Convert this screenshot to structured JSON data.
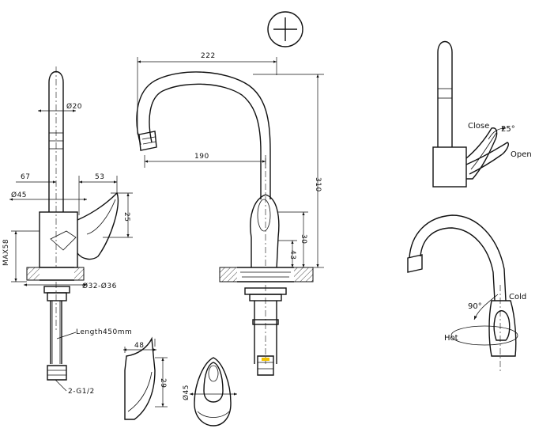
{
  "front_view": {
    "dim_222": "222",
    "dim_190": "190",
    "dim_310": "310",
    "dim_30": "30",
    "dim_43": "43"
  },
  "side_view": {
    "dim_20": "Ø20",
    "dim_67": "67",
    "dim_53": "53",
    "dim_45": "Ø45",
    "dim_25": "25",
    "dim_max58": "MAX58",
    "dim_hole": "Ø32-Ø36",
    "length_note": "Length450mm",
    "thread_note": "2-G1/2"
  },
  "handle_detail": {
    "dim_48": "48",
    "dim_29": "29"
  },
  "top_view": {
    "dim_45": "Ø45"
  },
  "open_close_view": {
    "close_label": "Close",
    "open_label": "Open",
    "angle_label": "25°"
  },
  "hot_cold_view": {
    "cold_label": "Cold",
    "hot_label": "Hot",
    "angle_label": "90°"
  },
  "colors": {
    "line": "#111111",
    "background": "#ffffff"
  }
}
